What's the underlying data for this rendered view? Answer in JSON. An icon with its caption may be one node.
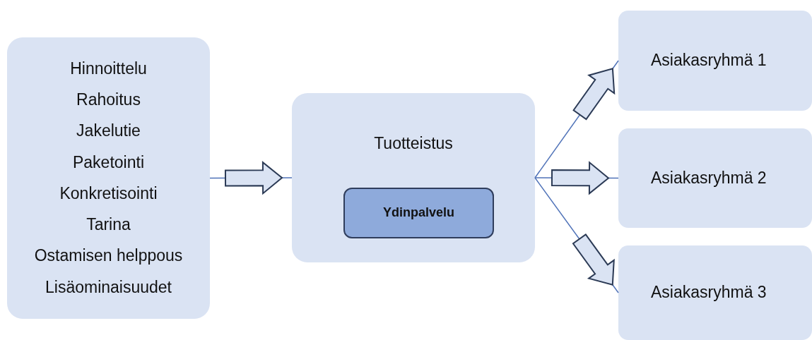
{
  "diagram": {
    "nodes": [
      {
        "text": [
          "Hinnoittelu",
          "Rahoitus",
          "Jakelutie",
          "Paketointi",
          "Konkretisointi",
          "Tarina",
          "Ostamisen helppous",
          "Lisäominaisuudet"
        ]
      },
      {
        "text": [
          "Tuotteistus"
        ]
      },
      {
        "text": [
          "Ydinpalvelu"
        ],
        "in": 1
      },
      {
        "text": [
          "Asiakasryhmä 1"
        ]
      },
      {
        "text": [
          "Asiakasryhmä 2"
        ]
      },
      {
        "text": [
          "Asiakasryhmä 3"
        ]
      }
    ],
    "edges": [
      {
        "from": 0,
        "to": 1,
        "arrow": "to"
      },
      {
        "from": 1,
        "to": 3,
        "arrow": "to"
      },
      {
        "from": 1,
        "to": 4,
        "arrow": "to"
      },
      {
        "from": 1,
        "to": 5,
        "arrow": "to"
      }
    ]
  }
}
